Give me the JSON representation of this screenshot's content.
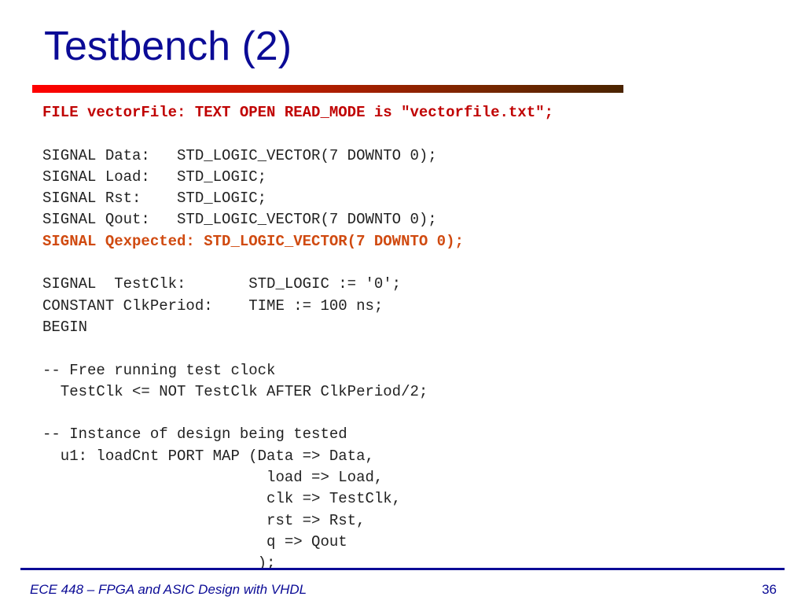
{
  "slide": {
    "title": "Testbench (2)",
    "code_lines": [
      "FILE vectorFile: TEXT OPEN READ_MODE is \"vectorfile.txt\";",
      "",
      "SIGNAL Data:   STD_LOGIC_VECTOR(7 DOWNTO 0);",
      "SIGNAL Load:   STD_LOGIC;",
      "SIGNAL Rst:    STD_LOGIC;",
      "SIGNAL Qout:   STD_LOGIC_VECTOR(7 DOWNTO 0);",
      "SIGNAL Qexpected: STD_LOGIC_VECTOR(7 DOWNTO 0);",
      "",
      "SIGNAL  TestClk:       STD_LOGIC := '0';",
      "CONSTANT ClkPeriod:    TIME := 100 ns;",
      "BEGIN",
      "",
      "-- Free running test clock",
      "  TestClk <= NOT TestClk AFTER ClkPeriod/2;",
      "",
      "-- Instance of design being tested",
      "  u1: loadCnt PORT MAP (Data => Data,",
      "                         load => Load,",
      "                         clk => TestClk,",
      "                         rst => Rst,",
      "                         q => Qout",
      "                        );"
    ],
    "highlighted_lines": [
      0,
      6
    ],
    "highlight_colors": [
      "#c00000",
      "#d04a10"
    ],
    "footer": {
      "course": "ECE 448 – FPGA and ASIC Design with VHDL",
      "page_number": "36"
    },
    "colors": {
      "title": "#0b0b96",
      "code": "#222222",
      "footer": "#0b0b96"
    }
  }
}
